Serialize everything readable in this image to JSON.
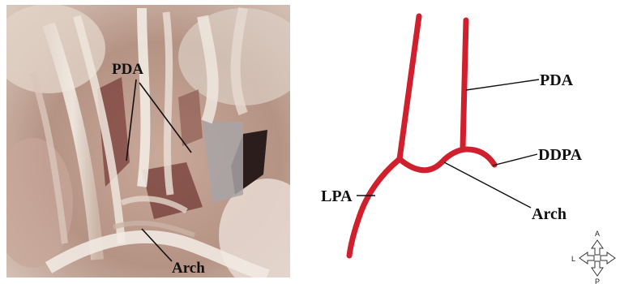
{
  "photo": {
    "labels": {
      "pda": "PDA",
      "arch": "Arch"
    }
  },
  "diagram": {
    "vessel_color": "#d0202e",
    "labels": {
      "pda": "PDA",
      "ddpa": "DDPA",
      "lpa": "LPA",
      "arch": "Arch"
    }
  },
  "compass": {
    "top": "A",
    "bottom": "P",
    "left": "L"
  }
}
